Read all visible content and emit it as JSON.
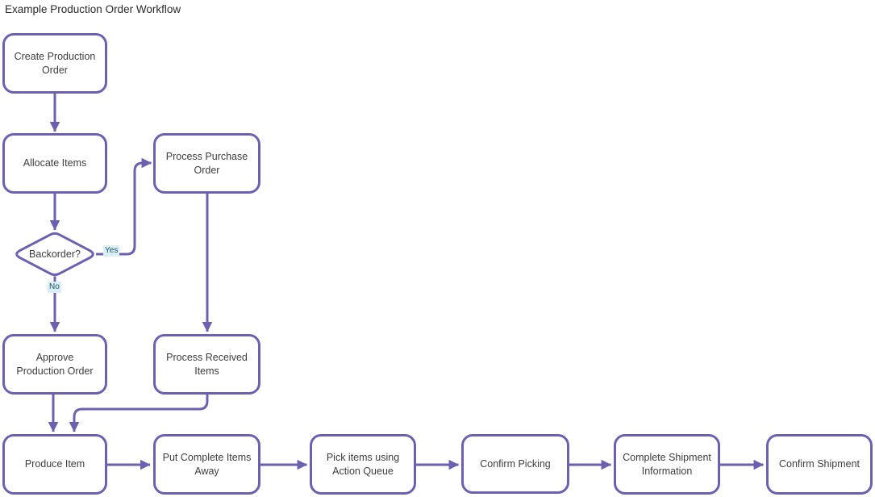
{
  "title": "Example Production Order Workflow",
  "colors": {
    "accent": "#6B61B0",
    "node_text": "#3D3D3D",
    "title_text": "#2B2B2B",
    "edge_label_text": "#215868",
    "edge_label_bg": "#D9EEF5"
  },
  "nodes": {
    "create_production_order": "Create Production Order",
    "allocate_items": "Allocate Items",
    "process_purchase_order": "Process Purchase Order",
    "backorder_decision": "Backorder?",
    "approve_production_order": "Approve Production Order",
    "process_received_items": "Process Received Items",
    "produce_item": "Produce Item",
    "put_complete_items_away": "Put Complete Items Away",
    "pick_items_using_action_queue": "Pick items using Action Queue",
    "confirm_picking": "Confirm Picking",
    "complete_shipment_information": "Complete Shipment Information",
    "confirm_shipment": "Confirm Shipment"
  },
  "edge_labels": {
    "yes": "Yes",
    "no": "No"
  }
}
